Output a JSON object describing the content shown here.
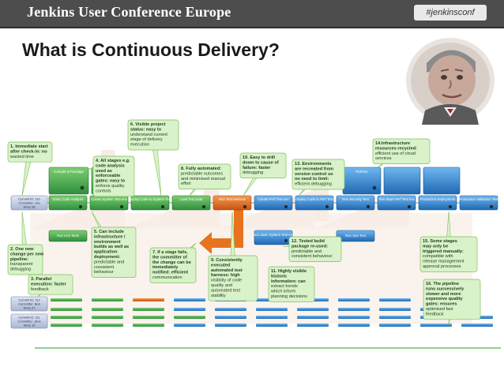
{
  "header": {
    "conference_title": "Jenkins User Conference Europe",
    "hashtag": "#jenkinsconf"
  },
  "slide": {
    "title": "What is Continuous Delivery?"
  },
  "colors": {
    "header_bg": "#4d4d4d",
    "note_fill": "#d9f2c9",
    "note_stroke": "#7fbf5f",
    "stage_green": "#3fa34d",
    "stage_blue": "#2a7fc9",
    "stage_orange": "#e36b1e",
    "stage_gray": "#8a8f99",
    "arrow_orange": "#e8731e"
  },
  "commits": [
    {
      "id": "c1",
      "lines": [
        "Commit ID: 110",
        "Committer: Joe",
        "Story 28"
      ]
    },
    {
      "id": "c2",
      "lines": [
        "Commit ID: 112",
        "Committer: Bob",
        "Story 27"
      ]
    },
    {
      "id": "c3",
      "lines": [
        "Commit ID: 111",
        "Committer: Jane",
        "Story 15"
      ]
    }
  ],
  "stages_row1": [
    {
      "label": "Compile & Package",
      "color": "green"
    },
    {
      "label": "Perform",
      "color": "blue"
    }
  ],
  "stages_row2": [
    {
      "label": "Static Code Analysis",
      "color": "green"
    },
    {
      "label": "Create System Test env",
      "color": "green"
    },
    {
      "label": "Deploy Code to System Test",
      "color": "green"
    },
    {
      "label": "Load Test Data",
      "color": "green"
    },
    {
      "label": "Run Test Harness",
      "color": "orange"
    },
    {
      "label": "Create Perf Test env",
      "color": "blue"
    },
    {
      "label": "Deploy Code to Perf Test",
      "color": "blue"
    },
    {
      "label": "Run Security Test",
      "color": "blue"
    },
    {
      "label": "Tear down Perf Test env",
      "color": "blue"
    },
    {
      "label": "Production Deployment",
      "color": "blue"
    },
    {
      "label": "Production Validation Test",
      "color": "blue"
    }
  ],
  "stages_row3": [
    {
      "label": "Run Unit Tests",
      "color": "green"
    },
    {
      "label": "Tear down System Test env",
      "color": "blue"
    },
    {
      "label": "Run Ops Test",
      "color": "blue"
    }
  ],
  "notes": [
    {
      "id": "n1",
      "lines": [
        {
          "t": "1. Immediate start",
          "b": true
        },
        {
          "t": "after check-in: no",
          "b": true
        },
        {
          "t": "wasted time",
          "b": false
        }
      ]
    },
    {
      "id": "n2",
      "lines": [
        {
          "t": "2. One new",
          "b": true
        },
        {
          "t": "change per new",
          "b": true
        },
        {
          "t": "pipeline:",
          "b": true
        },
        {
          "t": "transparent",
          "b": false
        },
        {
          "t": "debugging",
          "b": false
        }
      ]
    },
    {
      "id": "n3",
      "lines": [
        {
          "t": "3. Parallel",
          "b": true
        },
        {
          "t": "execution: faster",
          "b": true
        },
        {
          "t": "feedback",
          "b": false
        }
      ]
    },
    {
      "id": "n4",
      "lines": [
        {
          "t": "4. All stages e.g.",
          "b": true
        },
        {
          "t": "code analysis",
          "b": true
        },
        {
          "t": "used as",
          "b": true
        },
        {
          "t": "enforceable",
          "b": true
        },
        {
          "t": "gates: easy to",
          "b": true
        },
        {
          "t": "enforce quality",
          "b": false
        },
        {
          "t": "controls",
          "b": false
        }
      ]
    },
    {
      "id": "n5",
      "lines": [
        {
          "t": "5. Can include",
          "b": true
        },
        {
          "t": "infrastructure /",
          "b": true
        },
        {
          "t": "environment",
          "b": true
        },
        {
          "t": "builds as well as",
          "b": true
        },
        {
          "t": "application",
          "b": true
        },
        {
          "t": "deployment:",
          "b": true
        },
        {
          "t": "predictable and",
          "b": false
        },
        {
          "t": "consistent",
          "b": false
        },
        {
          "t": "behaviour",
          "b": false
        }
      ]
    },
    {
      "id": "n6",
      "lines": [
        {
          "t": "6. Visible project",
          "b": true
        },
        {
          "t": "status: easy to",
          "b": true
        },
        {
          "t": "understand current",
          "b": false
        },
        {
          "t": "stage of delivery",
          "b": false
        },
        {
          "t": "execution",
          "b": false
        }
      ]
    },
    {
      "id": "n7",
      "lines": [
        {
          "t": "7. If a stage fails,",
          "b": true
        },
        {
          "t": "the committer of",
          "b": true
        },
        {
          "t": "the change can be",
          "b": true
        },
        {
          "t": "immediately",
          "b": true
        },
        {
          "t": "notified: efficient",
          "b": true
        },
        {
          "t": "communication",
          "b": false
        }
      ]
    },
    {
      "id": "n8",
      "lines": [
        {
          "t": "8. Fully automated:",
          "b": true
        },
        {
          "t": "predictable outcomes",
          "b": false
        },
        {
          "t": "and minimised manual",
          "b": false
        },
        {
          "t": "effort",
          "b": false
        }
      ]
    },
    {
      "id": "n9",
      "lines": [
        {
          "t": "9. Consistently",
          "b": true
        },
        {
          "t": "executed",
          "b": true
        },
        {
          "t": "automated test",
          "b": true
        },
        {
          "t": "harness: high",
          "b": true
        },
        {
          "t": "visibility of code",
          "b": false
        },
        {
          "t": "quality and",
          "b": false
        },
        {
          "t": "automated test",
          "b": false
        },
        {
          "t": "stability",
          "b": false
        }
      ]
    },
    {
      "id": "n10",
      "lines": [
        {
          "t": "10. Easy to drill",
          "b": true
        },
        {
          "t": "down to cause of",
          "b": true
        },
        {
          "t": "failure: faster",
          "b": true
        },
        {
          "t": "debugging",
          "b": false
        }
      ]
    },
    {
      "id": "n11",
      "lines": [
        {
          "t": "11. Highly visible",
          "b": true
        },
        {
          "t": "historic",
          "b": true
        },
        {
          "t": "information: can",
          "b": true
        },
        {
          "t": "extract trends",
          "b": false
        },
        {
          "t": "which inform",
          "b": false
        },
        {
          "t": "planning decisions",
          "b": false
        }
      ]
    },
    {
      "id": "n12",
      "lines": [
        {
          "t": "12. Tested build",
          "b": true
        },
        {
          "t": "package re-used:",
          "b": true
        },
        {
          "t": "predictable and",
          "b": false
        },
        {
          "t": "consistent behaviour",
          "b": false
        }
      ]
    },
    {
      "id": "n13",
      "lines": [
        {
          "t": "13. Environments",
          "b": true
        },
        {
          "t": "are recreated from",
          "b": true
        },
        {
          "t": "version control so",
          "b": true
        },
        {
          "t": "no need to limit:",
          "b": true
        },
        {
          "t": "efficient debugging",
          "b": false
        }
      ]
    },
    {
      "id": "n14",
      "lines": [
        {
          "t": "14.Infrastructure",
          "b": true
        },
        {
          "t": "resources recycled:",
          "b": true
        },
        {
          "t": "efficient use of cloud",
          "b": false
        },
        {
          "t": "services",
          "b": false
        }
      ]
    },
    {
      "id": "n15",
      "lines": [
        {
          "t": "15. Some stages",
          "b": true
        },
        {
          "t": "may only be",
          "b": true
        },
        {
          "t": "triggered manually:",
          "b": true
        },
        {
          "t": "compatible with",
          "b": false
        },
        {
          "t": "release management",
          "b": false
        },
        {
          "t": "approval processes",
          "b": false
        }
      ]
    },
    {
      "id": "n16",
      "lines": [
        {
          "t": "16. The pipeline",
          "b": true
        },
        {
          "t": "runs successively",
          "b": true
        },
        {
          "t": "slower and more",
          "b": true
        },
        {
          "t": "expensive quality",
          "b": true
        },
        {
          "t": "gates: ensures",
          "b": true
        },
        {
          "t": "optimised fast",
          "b": false
        },
        {
          "t": "feedback",
          "b": false
        }
      ]
    }
  ]
}
